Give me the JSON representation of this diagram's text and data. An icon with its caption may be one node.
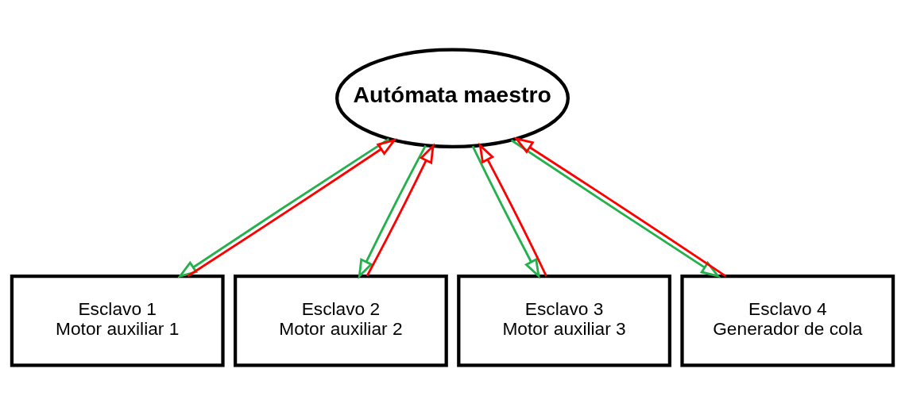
{
  "diagram": {
    "nodes": [
      {
        "text": [
          "Autómata maestro"
        ]
      },
      {
        "text": [
          "Esclavo 1",
          "Motor auxiliar 1"
        ]
      },
      {
        "text": [
          "Esclavo 2",
          "Motor auxiliar 2"
        ]
      },
      {
        "text": [
          "Esclavo 3",
          "Motor auxiliar 3"
        ]
      },
      {
        "text": [
          "Esclavo 4",
          "Generador de cola"
        ]
      }
    ],
    "edges": [
      {
        "from": 1,
        "to": 0,
        "arrow": "to",
        "color": "#ff0000"
      },
      {
        "from": 0,
        "to": 1,
        "arrow": "to",
        "color": "#22b14c"
      },
      {
        "from": 2,
        "to": 0,
        "arrow": "to",
        "color": "#ff0000"
      },
      {
        "from": 0,
        "to": 2,
        "arrow": "to",
        "color": "#22b14c"
      },
      {
        "from": 0,
        "to": 3,
        "arrow": "to",
        "color": "#22b14c"
      },
      {
        "from": 3,
        "to": 0,
        "arrow": "to",
        "color": "#ff0000"
      },
      {
        "from": 0,
        "to": 4,
        "arrow": "to",
        "color": "#22b14c"
      },
      {
        "from": 4,
        "to": 0,
        "arrow": "to",
        "color": "#ff0000"
      }
    ]
  }
}
